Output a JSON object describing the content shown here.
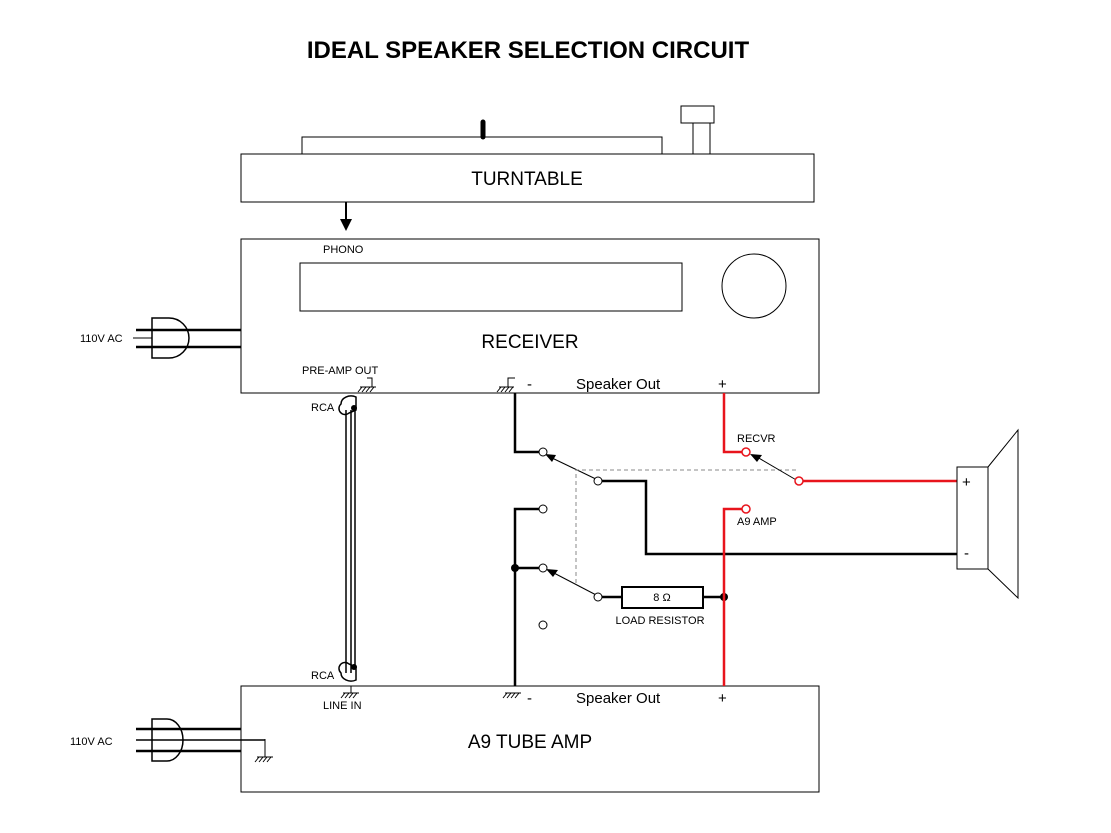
{
  "title": "IDEAL SPEAKER SELECTION CIRCUIT",
  "turntable": {
    "label": "TURNTABLE"
  },
  "receiver": {
    "label": "RECEIVER",
    "phono": "PHONO",
    "pre_amp_out": "PRE-AMP OUT",
    "speaker_out": "Speaker Out",
    "minus": "-",
    "plus": "+",
    "ac": "110V AC"
  },
  "tube_amp": {
    "label": "A9 TUBE AMP",
    "line_in": "LINE IN",
    "speaker_out": "Speaker Out",
    "minus": "-",
    "plus": "+",
    "ac": "110V AC"
  },
  "rca_top": "RCA",
  "rca_bottom": "RCA",
  "switch": {
    "recvr": "RECVR",
    "a9_amp": "A9 AMP"
  },
  "resistor": {
    "value": "8 Ω",
    "label": "LOAD RESISTOR"
  },
  "speaker": {
    "plus": "+",
    "minus": "-"
  },
  "colors": {
    "positive_wire": "#e8141c",
    "wire": "#000000"
  }
}
